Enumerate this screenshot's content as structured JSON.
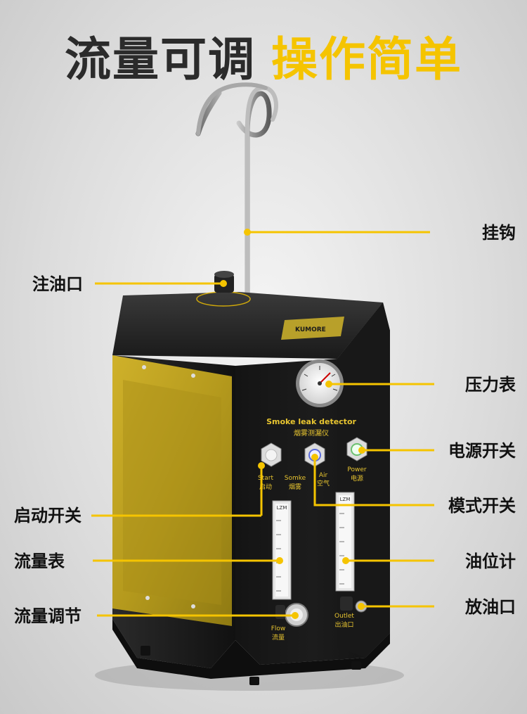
{
  "title": {
    "part1": "流量可调",
    "part2": "操作简单"
  },
  "brand": "KUMORE",
  "panel": {
    "product_en": "Smoke leak detector",
    "product_cn": "烟雾测漏仪",
    "start_en": "Start",
    "start_cn": "启动",
    "smoke_label": "Somke",
    "smoke_cn": "烟雾",
    "air_en": "Air",
    "air_cn": "空气",
    "power_en": "Power",
    "power_cn": "电源",
    "flow_en": "Flow",
    "flow_cn": "流量",
    "outlet_en": "Outlet",
    "outlet_cn": "出油口",
    "meter_brand": "LZM"
  },
  "labels": {
    "hook": "挂钩",
    "oil_filler": "注油口",
    "pressure_gauge": "压力表",
    "power_switch": "电源开关",
    "start_switch": "启动开关",
    "mode_switch": "模式开关",
    "flow_meter": "流量表",
    "oil_level": "油位计",
    "flow_adjust": "流量调节",
    "oil_drain": "放油口"
  },
  "colors": {
    "accent": "#f5c400",
    "body": "#1e1e1e",
    "callout": "#f5c400"
  }
}
